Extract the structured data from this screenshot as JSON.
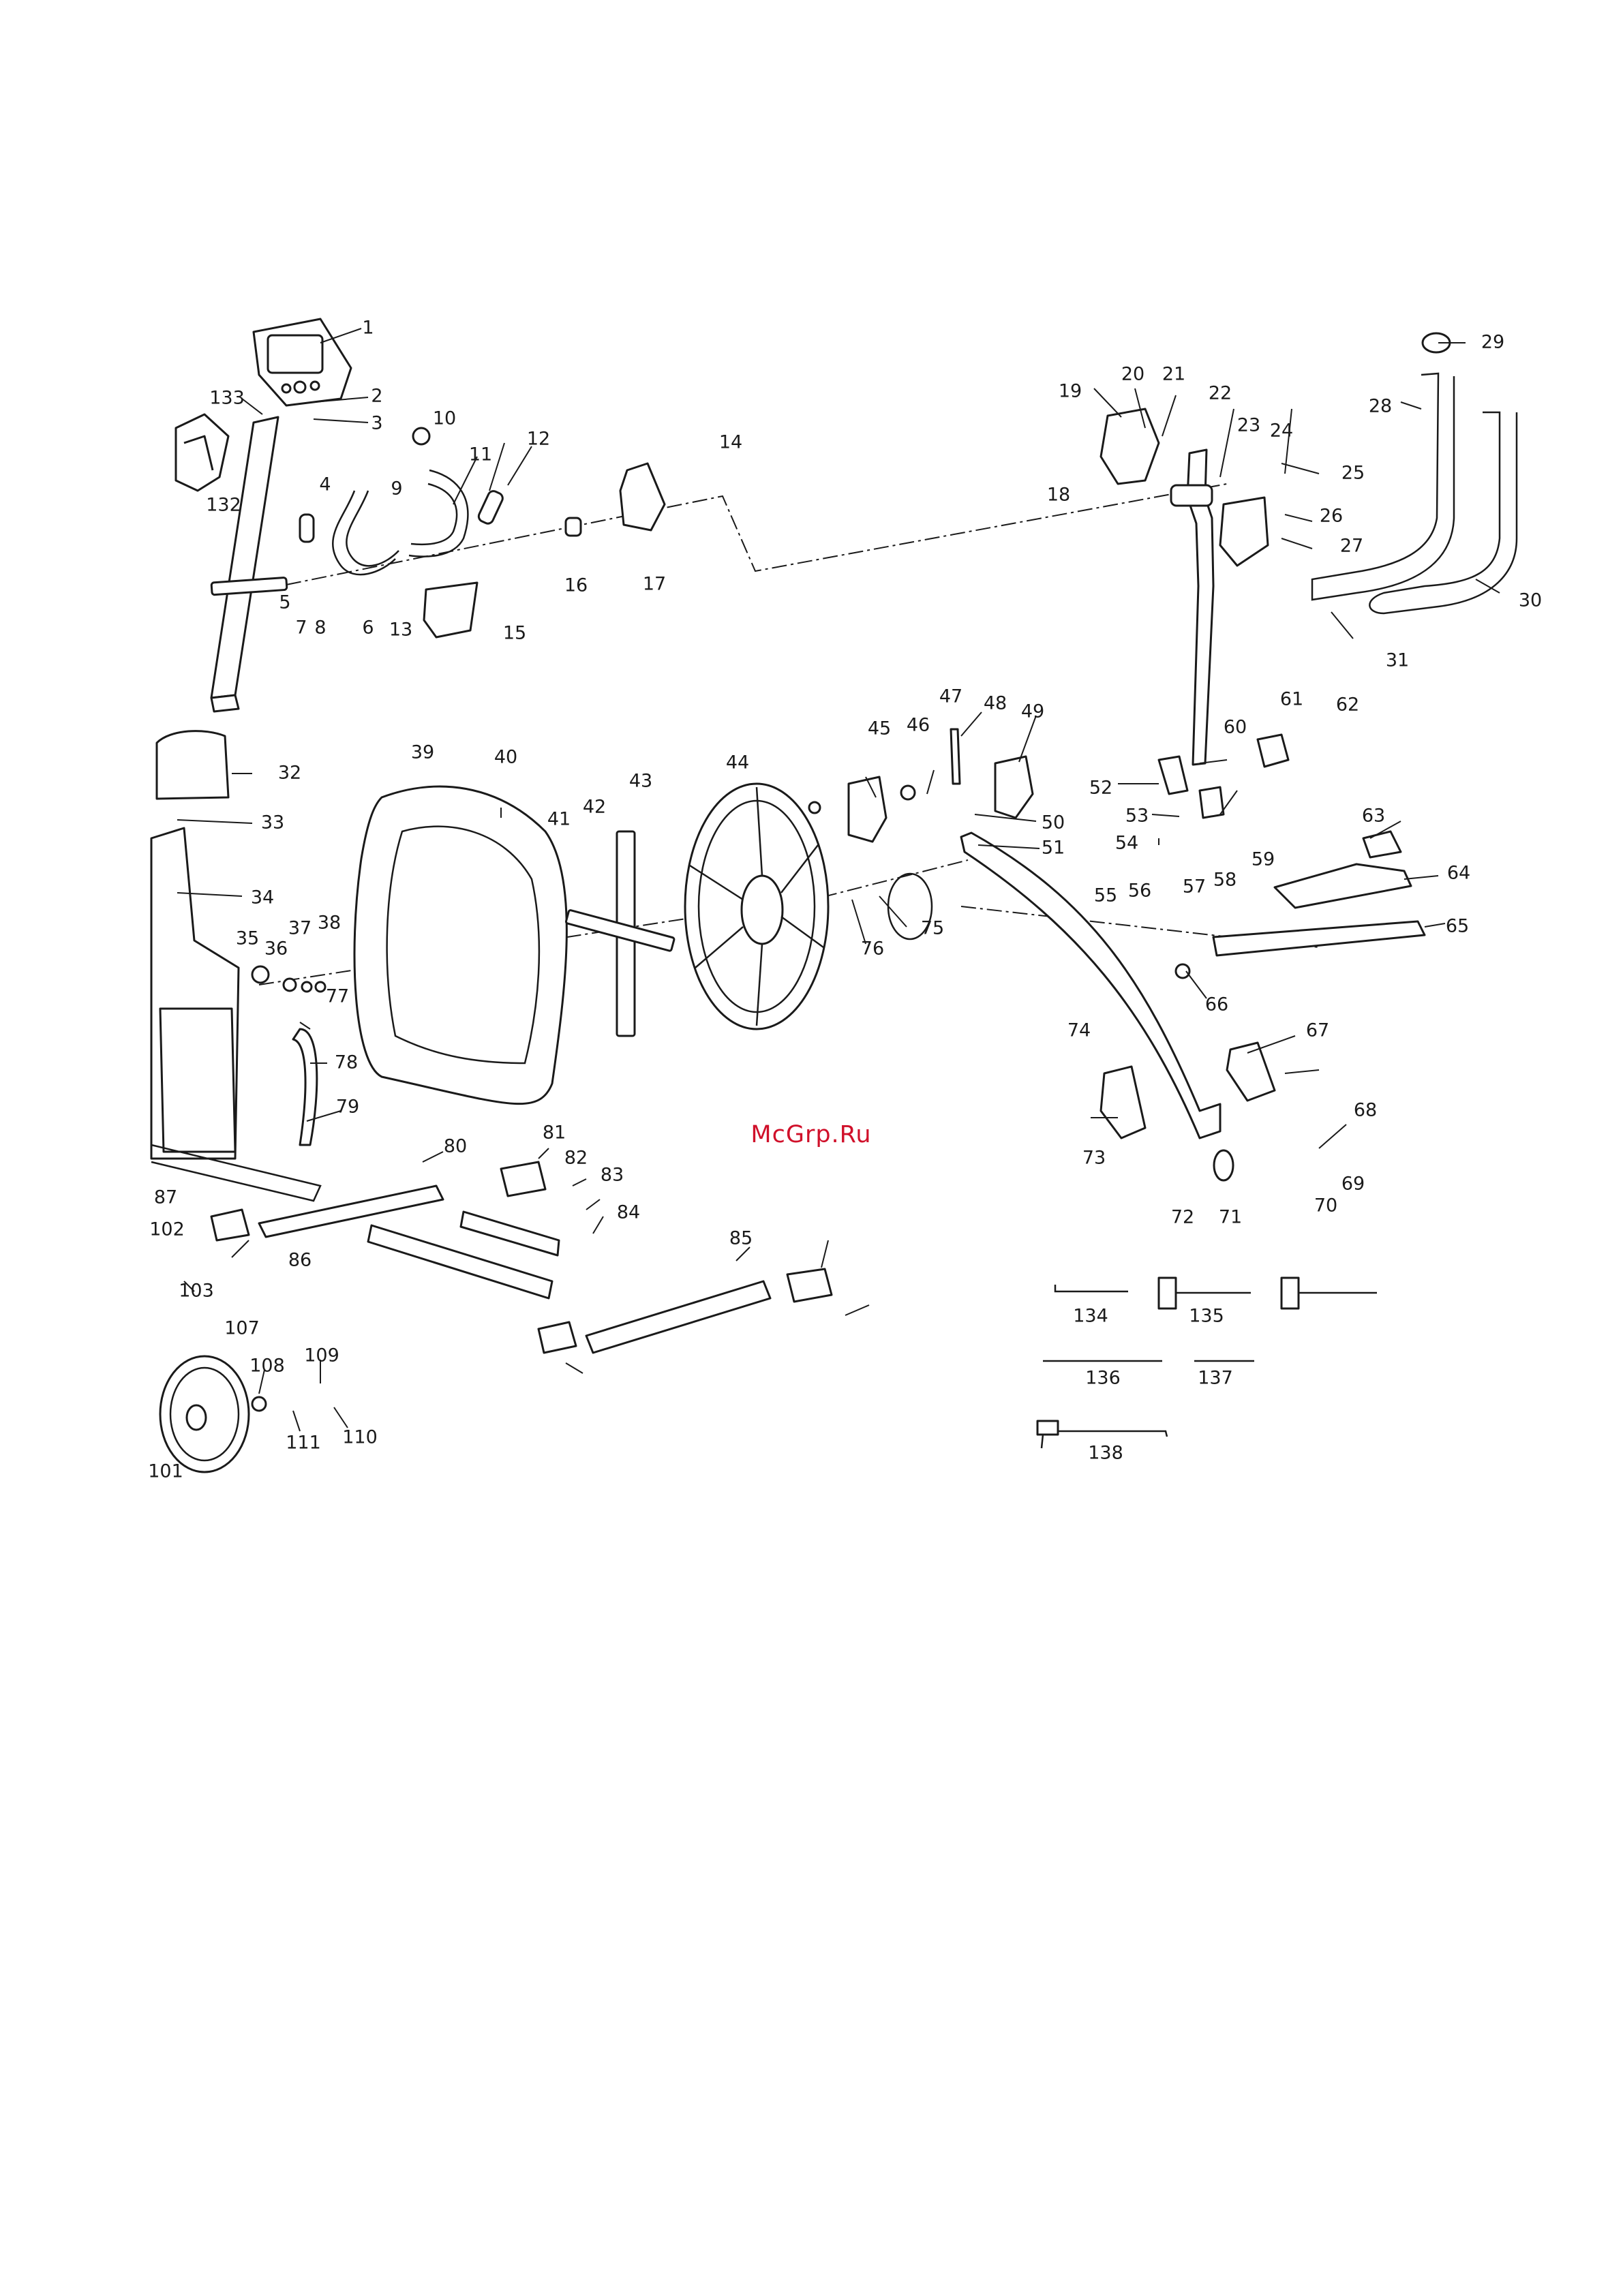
{
  "document": {
    "watermark": "McGrp.Ru",
    "callouts": [
      "1",
      "2",
      "3",
      "4",
      "5",
      "6",
      "7",
      "8",
      "9",
      "10",
      "11",
      "12",
      "13",
      "14",
      "15",
      "16",
      "17",
      "18",
      "19",
      "20",
      "21",
      "22",
      "23",
      "24",
      "25",
      "26",
      "27",
      "28",
      "29",
      "30",
      "31",
      "32",
      "33",
      "34",
      "35",
      "36",
      "37",
      "38",
      "39",
      "40",
      "41",
      "42",
      "43",
      "44",
      "45",
      "46",
      "47",
      "48",
      "49",
      "50",
      "51",
      "52",
      "53",
      "54",
      "55",
      "56",
      "57",
      "58",
      "59",
      "60",
      "61",
      "62",
      "63",
      "64",
      "65",
      "66",
      "67",
      "68",
      "69",
      "70",
      "71",
      "72",
      "73",
      "74",
      "75",
      "76",
      "77",
      "78",
      "79",
      "80",
      "81",
      "82",
      "83",
      "84",
      "85",
      "86",
      "87",
      "101",
      "102",
      "103",
      "107",
      "108",
      "109",
      "110",
      "111",
      "132",
      "133",
      "134",
      "135",
      "136",
      "137",
      "138"
    ]
  }
}
